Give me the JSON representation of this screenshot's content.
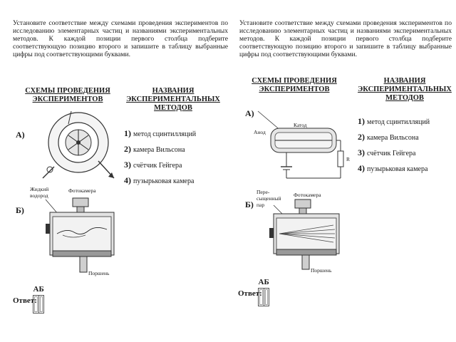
{
  "left": {
    "task_text": "Установите соответствие между схемами проведения экспериментов по исследованию элементарных частиц и названиями экспериментальных методов. К каждой позиции первого столбца подберите соответствующую позицию второго и запишите в таблицу выбранные цифры под соответствующими буквами.",
    "schemes_heading": "Схемы проведения экспериментов",
    "methods_heading": "Названия экспериментальных методов",
    "label_a": "А)",
    "label_b": "Б)",
    "methods": [
      {
        "num": "1)",
        "text": "метод сцинтилляций"
      },
      {
        "num": "2)",
        "text": "камера Вильсона"
      },
      {
        "num": "3)",
        "text": "счётчик Гейгера"
      },
      {
        "num": "4)",
        "text": "пузырьковая камера"
      }
    ],
    "figure_b": {
      "caption_liquid": [
        "Жидкий",
        "водород"
      ],
      "caption_camera": "Фотокамера",
      "caption_piston": "Поршень"
    },
    "answer": {
      "word": "Ответ:",
      "col_a": "А",
      "col_b": "Б"
    }
  },
  "right": {
    "task_text": "Установите соответствие между схемами проведения экспериментов по исследованию элементарных частиц и названиями экспериментальных методов. К каждой позиции первого столбца подберите соответствующую позицию второго и запишите в таблицу выбранные цифры под соответствующими буквами.",
    "schemes_heading": "Схемы проведения экспериментов",
    "methods_heading": "Названия экспериментальных методов",
    "label_a": "А)",
    "label_b": "Б)",
    "methods": [
      {
        "num": "1)",
        "text": "метод сцинтилляций"
      },
      {
        "num": "2)",
        "text": "камера Вильсона"
      },
      {
        "num": "3)",
        "text": "счётчик Гейгера"
      },
      {
        "num": "4)",
        "text": "пузырьковая камера"
      }
    ],
    "figure_a": {
      "caption_anode": "Анод",
      "caption_cathode": "Катод",
      "caption_r": "R"
    },
    "figure_b": {
      "caption_vapor": [
        "Пере-",
        "сыщенный",
        "пар"
      ],
      "caption_camera": "Фотокамера",
      "caption_piston": "Поршень"
    },
    "answer": {
      "word": "Ответ:",
      "col_a": "А",
      "col_b": "Б"
    }
  }
}
